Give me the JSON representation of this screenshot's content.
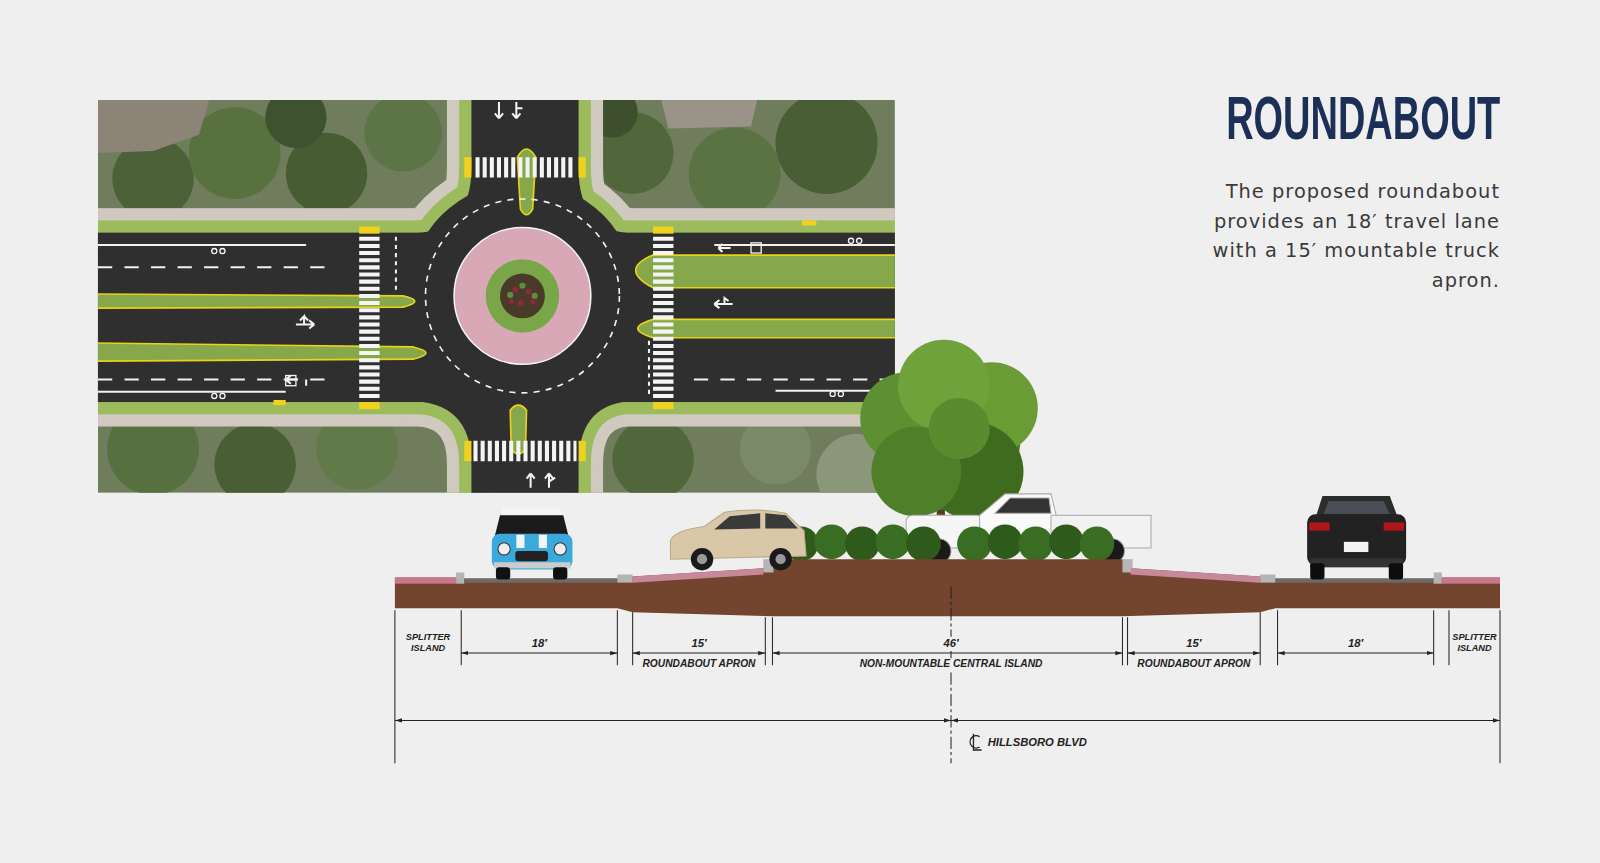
{
  "diagram": {
    "title": "ROUNDABOUT",
    "caption": "The proposed roundabout provides an 18′ travel lane with a 15′ mountable truck apron.",
    "labels": [
      "SPLITTER ISLAND",
      "18′",
      "15′",
      "ROUNDABOUT APRON",
      "46′",
      "NON-MOUNTABLE CENTRAL ISLAND",
      "15′",
      "ROUNDABOUT APRON",
      "18′",
      "SPLITTER ISLAND",
      "HILLSBORO BLVD"
    ]
  }
}
